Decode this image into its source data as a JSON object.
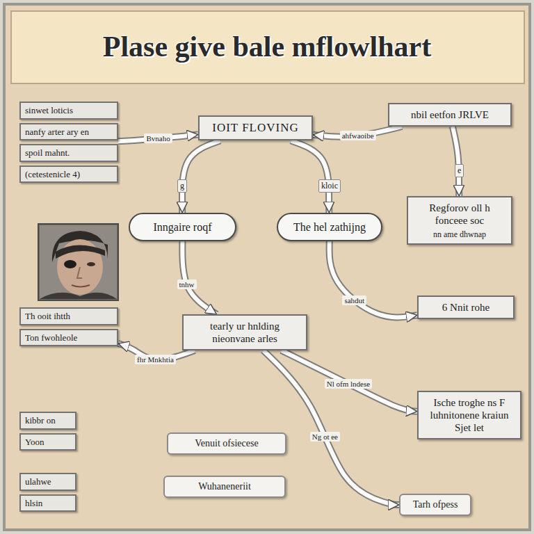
{
  "diagram": {
    "title": "Plase give bale mflowlhart",
    "nodes": [
      {
        "text": [
          "sinwet loticis",
          "nanfy arter ary en",
          "spoil mahnt.",
          "(cetestenicle 4)"
        ]
      },
      {
        "text": [
          "IOIT FLOVING"
        ]
      },
      {
        "text": [
          "nbil eetfon JRLVE"
        ]
      },
      {
        "text": [
          "Inngaire roqf"
        ]
      },
      {
        "text": [
          "The hel zathijng"
        ]
      },
      {
        "text": [
          "Regforov oll h fonceee soc",
          "nn ame dhwnap"
        ]
      },
      {
        "text": [
          "Th ooit ihtth",
          "Ton fwohleole"
        ]
      },
      {
        "text": [
          "tearly ur hnlding nieonvane arles"
        ]
      },
      {
        "text": [
          "6 Nnit rohe"
        ]
      },
      {
        "text": [
          "Ische troghe ns F luhnitonene kraiun Sjet let"
        ]
      },
      {
        "text": [
          "kibbr on",
          "Yoon"
        ]
      },
      {
        "text": [
          "ulahwe",
          "hlsin"
        ]
      },
      {
        "text": [
          "Venuit ofsiecese"
        ]
      },
      {
        "text": [
          "Wuhaneneriit"
        ]
      },
      {
        "text": [
          "Tarh ofpess"
        ]
      }
    ],
    "edges": [
      {
        "from": 0,
        "to": 1,
        "label": "Bvnaho",
        "arrow": "to"
      },
      {
        "from": 2,
        "to": 1,
        "label": "ahfwaoibe",
        "arrow": "to"
      },
      {
        "from": 1,
        "to": 3,
        "arrow": "to"
      },
      {
        "from": 1,
        "to": 4,
        "arrow": "to"
      },
      {
        "from": 2,
        "to": 5,
        "arrow": "to"
      },
      {
        "from": 3,
        "to": 7,
        "label": "tnhw",
        "arrow": "to"
      },
      {
        "from": 4,
        "to": 8,
        "label": "sahdut",
        "arrow": "to"
      },
      {
        "from": 7,
        "to": 6,
        "label": "fhr Mnkhtia",
        "arrow": "to"
      },
      {
        "from": 7,
        "to": 9,
        "label": "Nl ofm lndese",
        "arrow": "to"
      },
      {
        "from": 7,
        "to": 14,
        "label": "Ng ot ee",
        "arrow": "to"
      }
    ],
    "labels": [
      "g",
      "kloic",
      "e"
    ]
  }
}
